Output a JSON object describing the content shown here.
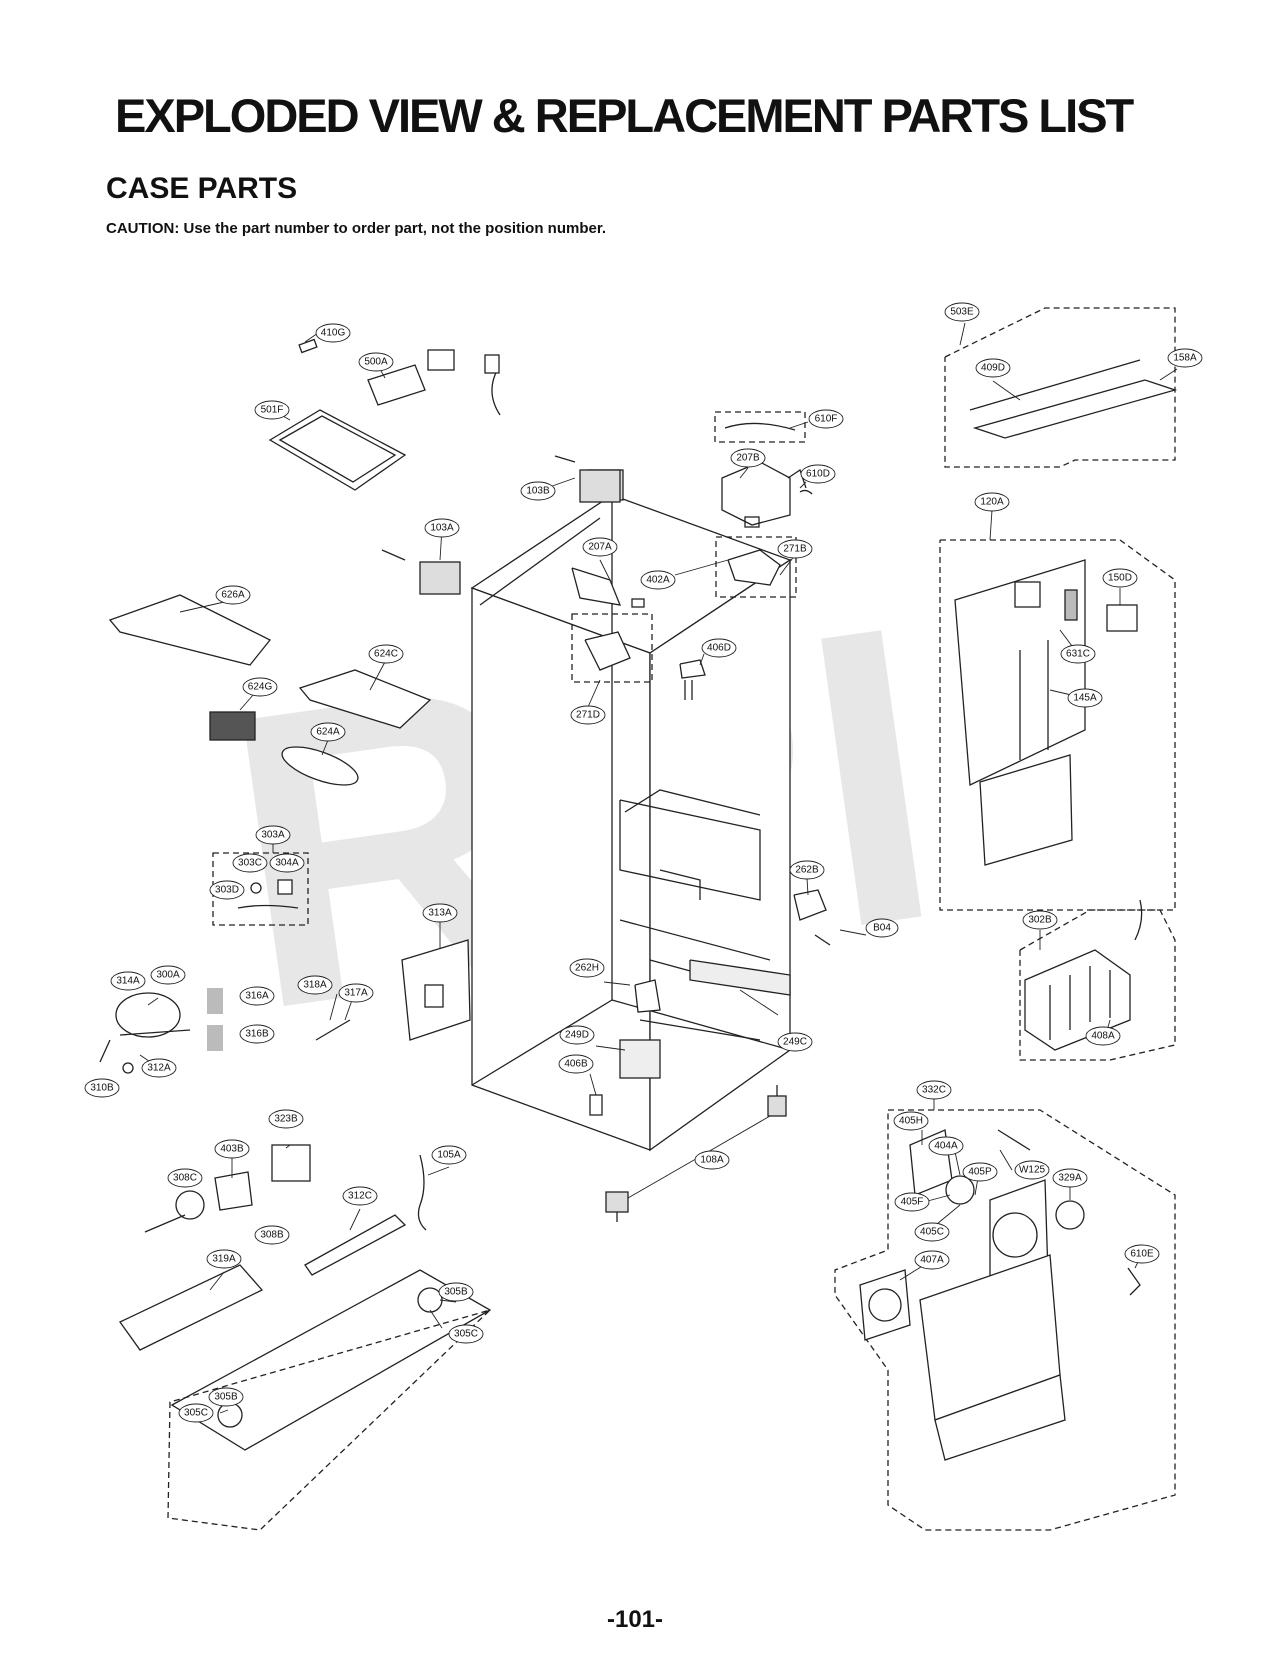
{
  "header": {
    "title": "EXPLODED VIEW & REPLACEMENT PARTS LIST",
    "subtitle": "CASE PARTS",
    "caution": "CAUTION: Use the part number to order part, not the position number."
  },
  "watermark": "RPI",
  "callouts": {
    "c410G": "410G",
    "c500A": "500A",
    "c501F": "501F",
    "c103B": "103B",
    "c103A": "103A",
    "c626A": "626A",
    "c624C": "624C",
    "c624G": "624G",
    "c624A": "624A",
    "c303A": "303A",
    "c303C": "303C",
    "c304A": "304A",
    "c303D": "303D",
    "c313A": "313A",
    "c314A": "314A",
    "c300A": "300A",
    "c316A": "316A",
    "c316B": "316B",
    "c318A": "318A",
    "c317A": "317A",
    "c312A": "312A",
    "c310B": "310B",
    "c323B": "323B",
    "c403B": "403B",
    "c308C": "308C",
    "c308B": "308B",
    "c105A": "105A",
    "c312C": "312C",
    "c319A": "319A",
    "c305B_top": "305B",
    "c305C_top": "305C",
    "c305C_bot": "305C",
    "c305B_bot": "305B",
    "c610F": "610F",
    "c207B": "207B",
    "c610D": "610D",
    "c207A": "207A",
    "c402A": "402A",
    "c271B": "271B",
    "c406D": "406D",
    "c271D": "271D",
    "c262B": "262B",
    "cB04": "B04",
    "c262H": "262H",
    "c249D": "249D",
    "c249C": "249C",
    "c406B": "406B",
    "c108A": "108A",
    "c503E": "503E",
    "c409D": "409D",
    "c158A": "158A",
    "c120A": "120A",
    "c150D": "150D",
    "c631C": "631C",
    "c145A": "145A",
    "c302B": "302B",
    "c408A": "408A",
    "c332C": "332C",
    "c405H": "405H",
    "c404A": "404A",
    "cW125": "W125",
    "c405P": "405P",
    "c329A": "329A",
    "c405F": "405F",
    "c405C": "405C",
    "c610E": "610E",
    "c407A": "407A"
  },
  "page_number": "-101-"
}
